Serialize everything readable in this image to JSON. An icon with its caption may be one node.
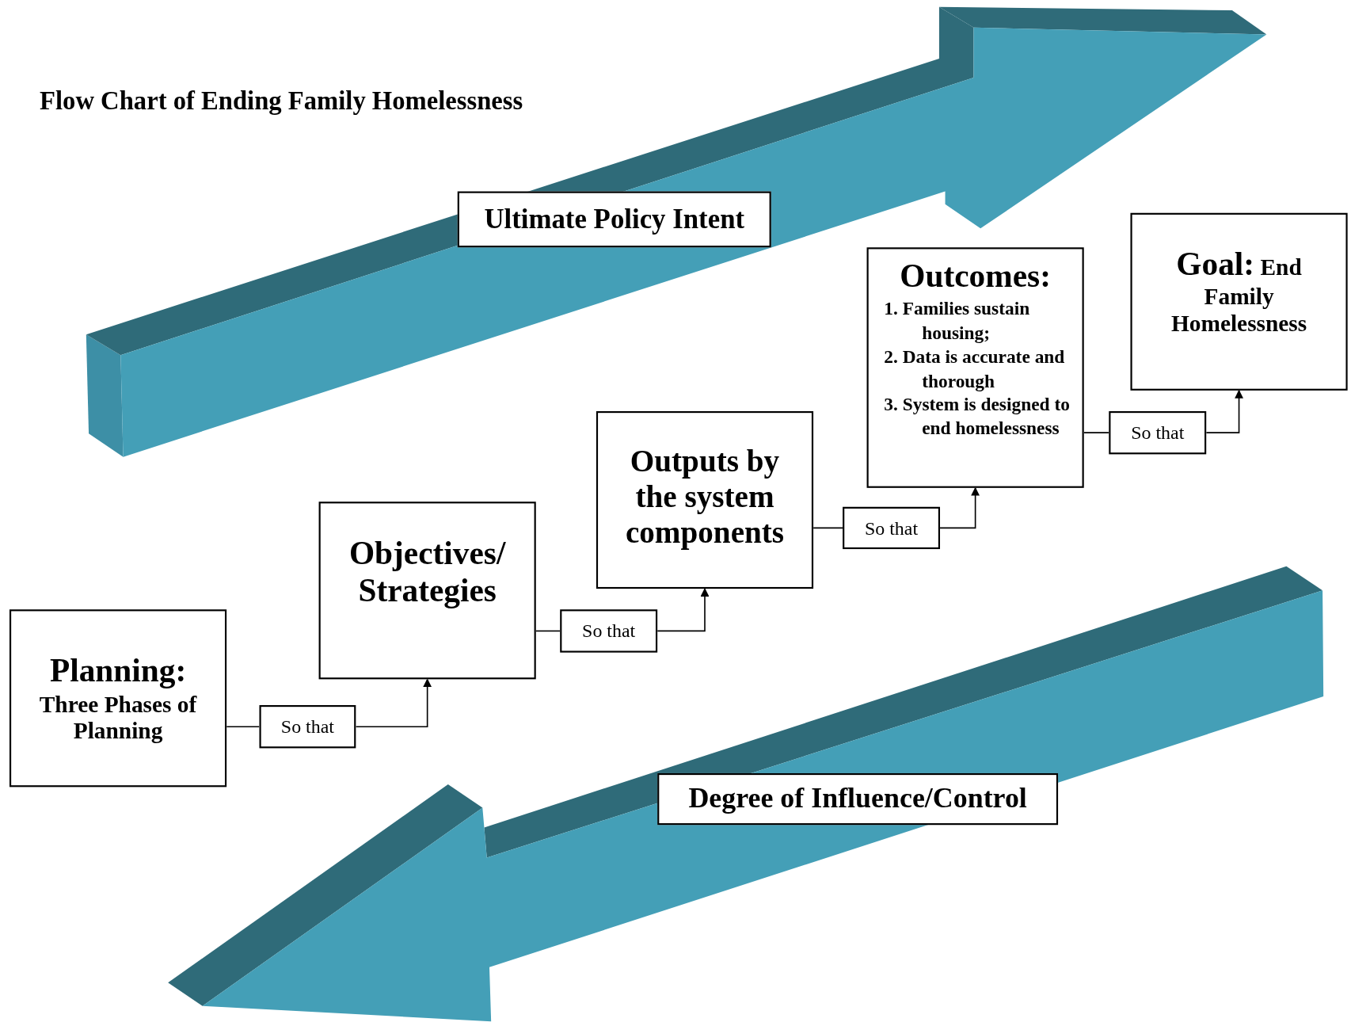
{
  "diagram": {
    "title": "Flow Chart of Ending Family Homelessness",
    "nodes": [
      {
        "text": [
          "Ultimate Policy Intent"
        ]
      },
      {
        "text": [
          "Planning:",
          "Three Phases of Planning"
        ]
      },
      {
        "text": [
          "So that"
        ]
      },
      {
        "text": [
          "Objectives/ Strategies"
        ]
      },
      {
        "text": [
          "So that"
        ]
      },
      {
        "text": [
          "Outputs by the system components"
        ]
      },
      {
        "text": [
          "So that"
        ]
      },
      {
        "text": [
          "Outcomes:",
          "1. Families sustain housing;",
          "2. Data is accurate and thorough",
          "3. System is designed to end homelessness"
        ]
      },
      {
        "text": [
          "So that"
        ]
      },
      {
        "text": [
          "Goal:",
          "End Family Homelessness"
        ]
      },
      {
        "text": [
          "Degree of Influence/Control"
        ]
      }
    ],
    "edges": [
      {
        "from": 1,
        "to": 2,
        "arrow": "none"
      },
      {
        "from": 2,
        "to": 3,
        "arrow": "to"
      },
      {
        "from": 3,
        "to": 4,
        "arrow": "none"
      },
      {
        "from": 4,
        "to": 5,
        "arrow": "to"
      },
      {
        "from": 5,
        "to": 6,
        "arrow": "none"
      },
      {
        "from": 6,
        "to": 7,
        "arrow": "to"
      },
      {
        "from": 7,
        "to": 8,
        "arrow": "none"
      },
      {
        "from": 8,
        "to": 9,
        "arrow": "to"
      }
    ]
  }
}
